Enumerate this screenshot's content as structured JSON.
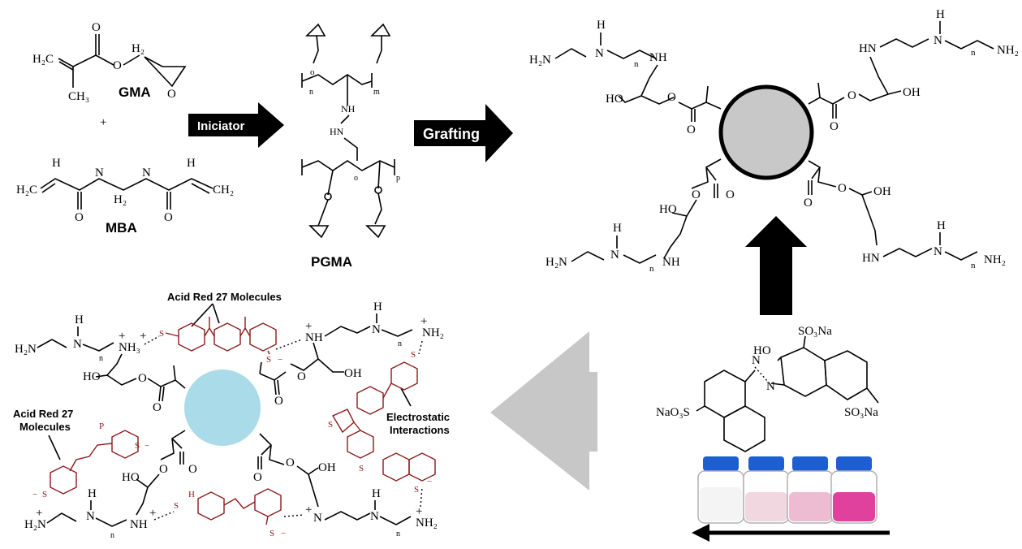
{
  "reagents": {
    "gma": {
      "label": "GMA",
      "h2c": "H₂C",
      "ch3": "CH₃",
      "o": "O",
      "h2": "H₂"
    },
    "plus": "+",
    "mba": {
      "label": "MBA",
      "h2c": "H₂C",
      "ch2": "CH₂",
      "h": "H",
      "nh": "N",
      "h2": "H₂",
      "o": "O"
    }
  },
  "steps": {
    "initiator_label": "Iniciator",
    "grafting_label": "Grafting"
  },
  "pgma": {
    "label": "PGMA",
    "subscripts": {
      "n": "n",
      "m": "m",
      "o": "o",
      "p": "p"
    },
    "nh": "NH",
    "hn": "HN"
  },
  "grafted_particle": {
    "h2n": "H₂N",
    "nh": "NH",
    "hn": "HN",
    "nh2": "NH₂",
    "h": "H",
    "n": "N",
    "ho": "HO",
    "oh": "OH",
    "sub_n": "n",
    "o": "O"
  },
  "dye": {
    "so3na_top": "SO₃Na",
    "ho": "HO",
    "naO3s": "NaO₃S",
    "so3na_right": "SO₃Na",
    "n": "N"
  },
  "adsorption": {
    "label_top": "Acid Red 27 Molecules",
    "label_left_1": "Acid Red 27",
    "label_left_2": "Molecules",
    "label_right_1": "Electrostatic",
    "label_right_2": "Interactions",
    "h2n": "H₂N",
    "nh3": "NH₃",
    "nh2": "NH₂",
    "nh": "NH",
    "ho": "HO",
    "oh": "OH",
    "plus": "+",
    "minus": "−",
    "so3": "S",
    "o": "O",
    "p": "P",
    "h": "H",
    "n": "N",
    "sub_n": "n"
  },
  "colors": {
    "particle_gray": "#c8c8c8",
    "particle_cyan": "#a9dbe8",
    "dye_red": "#8b1a1a",
    "vial_cap": "#1d5fd0",
    "vial_1": "#f4f4f4",
    "vial_2": "#f1d7e0",
    "vial_3": "#eebcd2",
    "vial_4": "#e0419c",
    "arrow_gray": "#c7c7c7",
    "arrow_black": "#000000"
  }
}
